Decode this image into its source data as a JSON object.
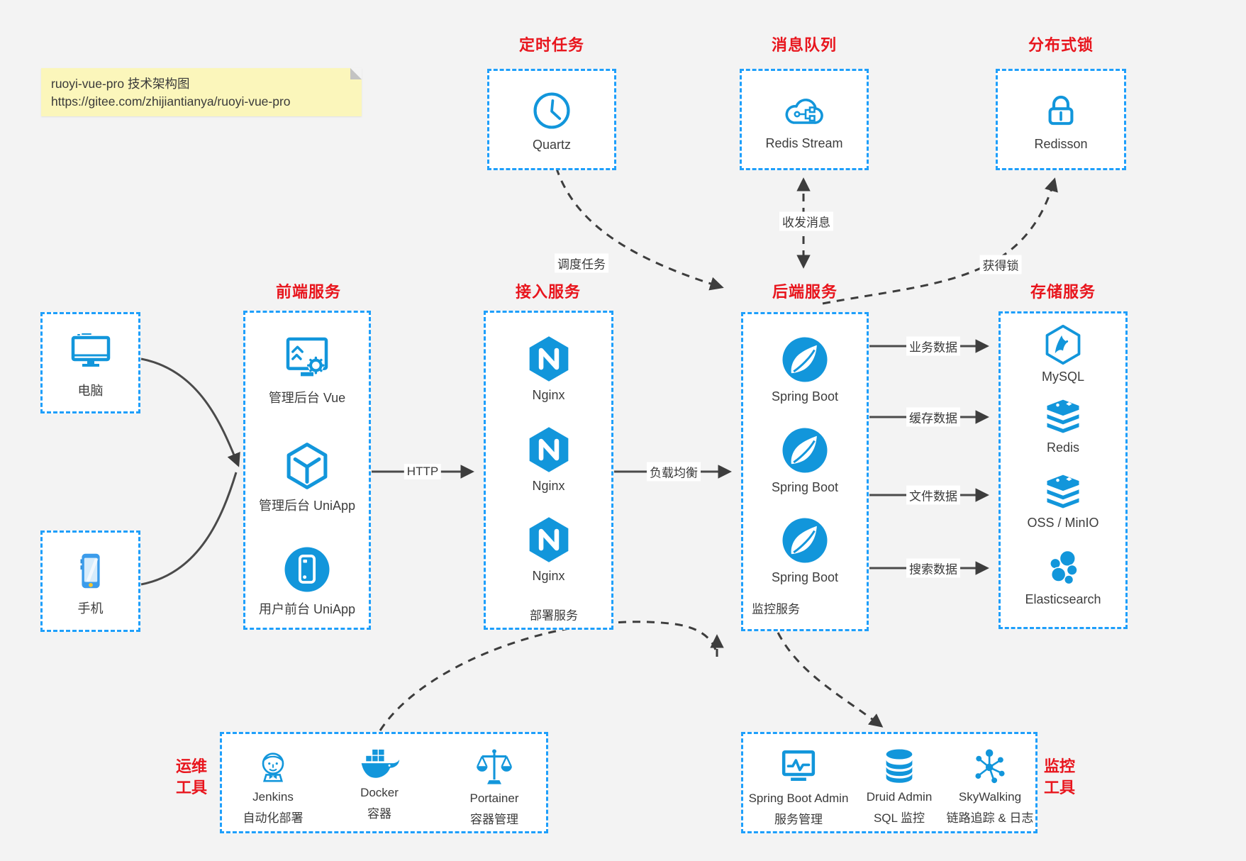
{
  "note": {
    "line1": "ruoyi-vue-pro 技术架构图",
    "line2": "https://gitee.com/zhijiantianya/ruoyi-vue-pro"
  },
  "colors": {
    "accent": "#1296db",
    "dash_border": "#1e9ffb",
    "title_red": "#e8151d",
    "note_bg": "#fbf6bb",
    "canvas_bg": "#f3f3f3"
  },
  "groups": {
    "scheduler": {
      "title": "定时任务",
      "item": {
        "label": "Quartz",
        "icon": "clock-icon"
      }
    },
    "mq": {
      "title": "消息队列",
      "item": {
        "label": "Redis Stream",
        "icon": "cloud-stream-icon"
      }
    },
    "lock": {
      "title": "分布式锁",
      "item": {
        "label": "Redisson",
        "icon": "lock-icon"
      }
    },
    "clients": {
      "pc": {
        "label": "电脑",
        "icon": "desktop-icon"
      },
      "phone": {
        "label": "手机",
        "icon": "smartphone-icon"
      }
    },
    "frontend": {
      "title": "前端服务",
      "items": [
        {
          "label": "管理后台 Vue",
          "icon": "admin-vue-icon"
        },
        {
          "label": "管理后台 UniApp",
          "icon": "cube-icon"
        },
        {
          "label": "用户前台 UniApp",
          "icon": "mobile-circle-icon"
        }
      ]
    },
    "gateway": {
      "title": "接入服务",
      "items": [
        {
          "label": "Nginx",
          "icon": "nginx-icon"
        },
        {
          "label": "Nginx",
          "icon": "nginx-icon"
        },
        {
          "label": "Nginx",
          "icon": "nginx-icon"
        }
      ]
    },
    "backend": {
      "title": "后端服务",
      "items": [
        {
          "label": "Spring Boot",
          "icon": "spring-boot-icon"
        },
        {
          "label": "Spring Boot",
          "icon": "spring-boot-icon"
        },
        {
          "label": "Spring Boot",
          "icon": "spring-boot-icon"
        }
      ]
    },
    "storage": {
      "title": "存储服务",
      "items": [
        {
          "label": "MySQL",
          "icon": "mysql-icon"
        },
        {
          "label": "Redis",
          "icon": "redis-icon"
        },
        {
          "label": "OSS / MinIO",
          "icon": "oss-minio-icon"
        },
        {
          "label": "Elasticsearch",
          "icon": "elasticsearch-icon"
        }
      ]
    },
    "ops": {
      "title_line1": "运维",
      "title_line2": "工具",
      "items": [
        {
          "name": "Jenkins",
          "desc": "自动化部署",
          "icon": "jenkins-icon"
        },
        {
          "name": "Docker",
          "desc": "容器",
          "icon": "docker-icon"
        },
        {
          "name": "Portainer",
          "desc": "容器管理",
          "icon": "portainer-icon"
        }
      ]
    },
    "monitoring": {
      "title_line1": "监控",
      "title_line2": "工具",
      "items": [
        {
          "name": "Spring Boot Admin",
          "desc": "服务管理",
          "icon": "spring-boot-admin-icon"
        },
        {
          "name": "Druid Admin",
          "desc": "SQL 监控",
          "icon": "druid-icon"
        },
        {
          "name": "SkyWalking",
          "desc": "链路追踪 & 日志",
          "icon": "skywalking-icon"
        }
      ]
    }
  },
  "edges": {
    "http": "HTTP",
    "load_balance": "负载均衡",
    "business_data": "业务数据",
    "cache_data": "缓存数据",
    "file_data": "文件数据",
    "search_data": "搜索数据",
    "schedule_task": "调度任务",
    "send_receive_message": "收发消息",
    "acquire_lock": "获得锁",
    "deploy_service": "部署服务",
    "monitor_service": "监控服务"
  }
}
